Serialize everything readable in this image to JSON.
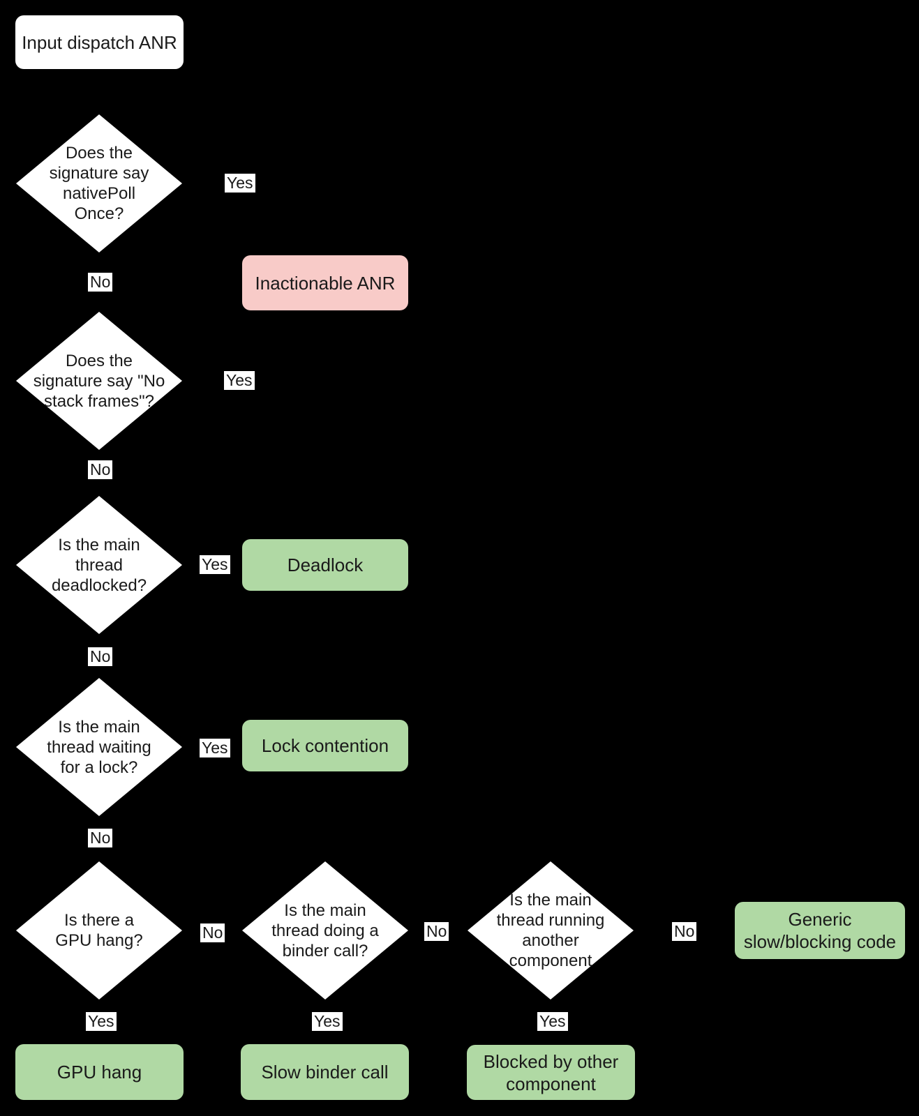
{
  "diagram": {
    "type": "flowchart",
    "topic": "Input dispatch ANR triage decision tree"
  },
  "colors": {
    "background": "#000000",
    "node_fill": "#ffffff",
    "outcome_negative": "#f8cbc8",
    "outcome_positive": "#b0d9a4",
    "text": "#1a1a1a"
  },
  "labels": {
    "yes": "Yes",
    "no": "No"
  },
  "nodes": {
    "start": {
      "label": "Input dispatch ANR"
    },
    "q_nativepollonce": {
      "label": "Does the\nsignature say\nnativePoll\nOnce?"
    },
    "q_no_stack_frames": {
      "label": "Does the\nsignature say \"No\nstack frames\"?"
    },
    "q_deadlocked": {
      "label": "Is the main\nthread\ndeadlocked?"
    },
    "q_waiting_for_lock": {
      "label": "Is the main\nthread waiting\nfor a lock?"
    },
    "q_gpu_hang": {
      "label": "Is there a\nGPU hang?"
    },
    "q_binder_call": {
      "label": "Is the main\nthread doing a\nbinder call?"
    },
    "q_other_component": {
      "label": "Is the main\nthread running\nanother\ncomponent"
    },
    "inactionable_anr": {
      "label": "Inactionable ANR",
      "status": "negative"
    },
    "deadlock": {
      "label": "Deadlock",
      "status": "positive"
    },
    "lock_contention": {
      "label": "Lock contention",
      "status": "positive"
    },
    "generic_slow_blocking": {
      "label": "Generic\nslow/blocking code",
      "status": "positive"
    },
    "gpu_hang": {
      "label": "GPU hang",
      "status": "positive"
    },
    "slow_binder_call": {
      "label": "Slow binder call",
      "status": "positive"
    },
    "blocked_by_other_component": {
      "label": "Blocked by other\ncomponent",
      "status": "positive"
    }
  }
}
